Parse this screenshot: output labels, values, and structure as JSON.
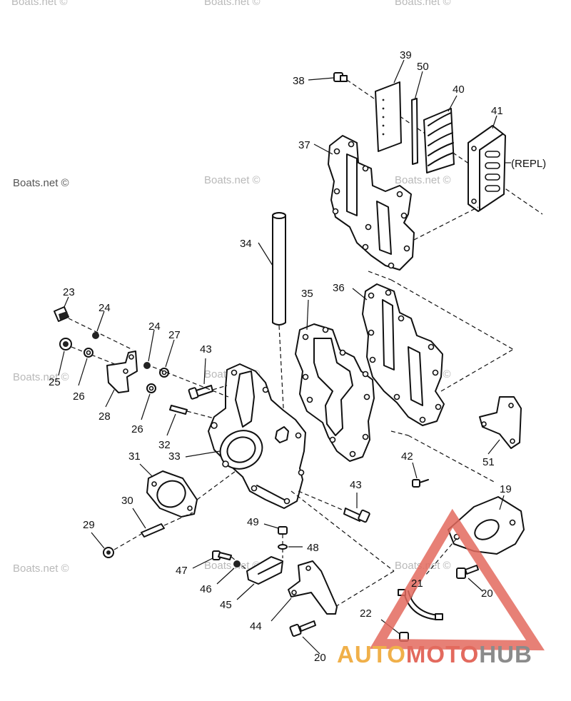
{
  "diagram": {
    "labels": {
      "p19": "19",
      "p20a": "20",
      "p20b": "20",
      "p21": "21",
      "p22": "22",
      "p23": "23",
      "p24a": "24",
      "p24b": "24",
      "p25": "25",
      "p26a": "26",
      "p26b": "26",
      "p27": "27",
      "p28": "28",
      "p29": "29",
      "p30": "30",
      "p31": "31",
      "p32": "32",
      "p33": "33",
      "p34": "34",
      "p35": "35",
      "p36": "36",
      "p37": "37",
      "p38": "38",
      "p39": "39",
      "p40": "40",
      "p41": "41",
      "p42": "42",
      "p43a": "43",
      "p43b": "43",
      "p44": "44",
      "p45": "45",
      "p46": "46",
      "p47": "47",
      "p48": "48",
      "p49": "49",
      "p50": "50",
      "p51": "51"
    },
    "annotation_repl": "(REPL)"
  },
  "watermarks": {
    "boats_net": "Boats.net ©"
  },
  "logo": {
    "part_a": "AUTO",
    "part_b": "MOTO",
    "part_c": "HUB",
    "colors": {
      "auto": "#f0b04a",
      "moto": "#e36a5e",
      "hub": "#8b8b8b",
      "triangle": "#e36a5e"
    }
  }
}
